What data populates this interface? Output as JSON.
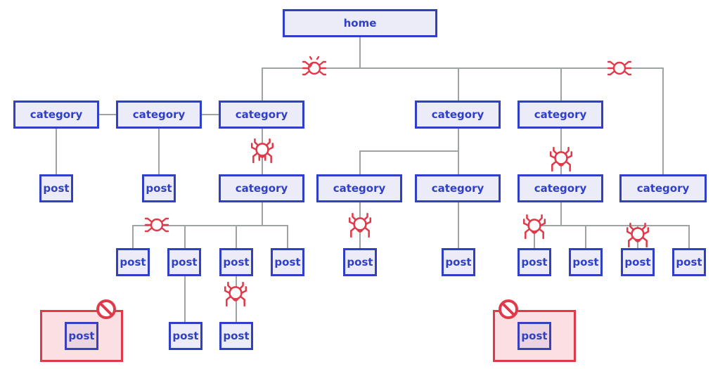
{
  "diagram": {
    "type": "site-structure-tree",
    "colors": {
      "node_border": "#2f3fc8",
      "node_fill": "#ececf9",
      "edge": "#9fa3a3",
      "crawler": "#e03a4a",
      "blocked_fill": "#fae0e3"
    },
    "nodes": {
      "home": "home",
      "cat_l1_a": "category",
      "cat_l1_b": "category",
      "cat_l1_c": "category",
      "cat_l1_d": "category",
      "cat_l1_e": "category",
      "cat_l2_c": "category",
      "cat_l2_d1": "category",
      "cat_l2_d2": "category",
      "cat_l2_e": "category",
      "cat_l2_f": "category",
      "post_a": "post",
      "post_b": "post",
      "post_c1": "post",
      "post_c2": "post",
      "post_c3": "post",
      "post_c4": "post",
      "post_c2_child": "post",
      "post_c3_child": "post",
      "post_d1": "post",
      "post_d2": "post",
      "post_e1": "post",
      "post_e2": "post",
      "post_e3": "post",
      "post_e4": "post",
      "post_orphan_left": "post",
      "post_orphan_right": "post"
    },
    "icons": {
      "crawler": "spider-icon",
      "blocked": "no-entry-icon"
    }
  }
}
